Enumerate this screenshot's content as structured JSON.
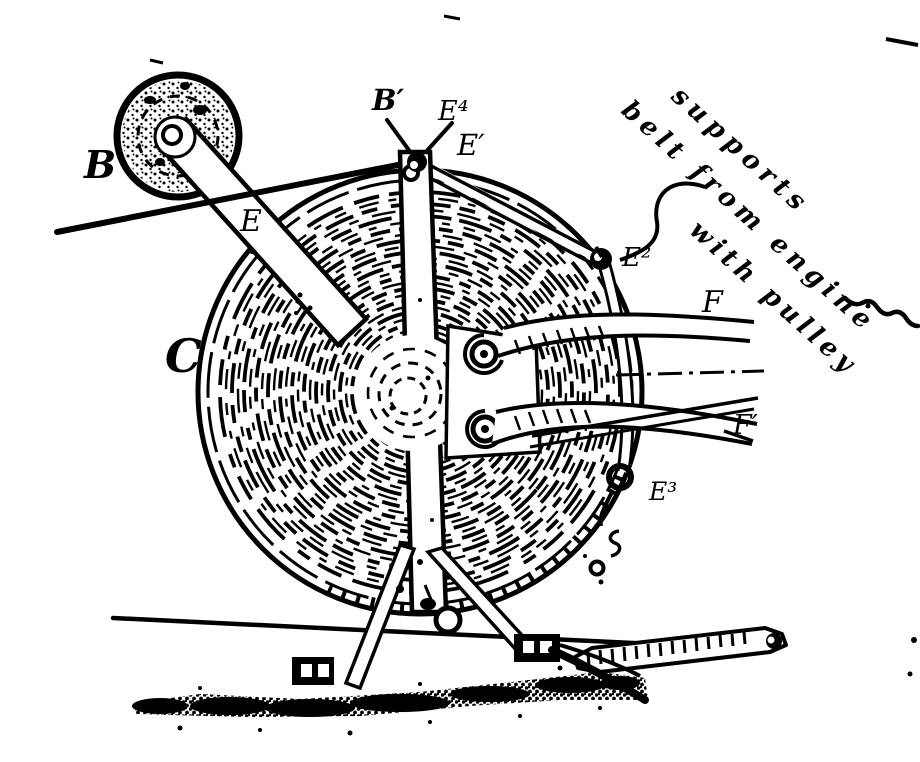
{
  "figure": {
    "ink_color": "#000000",
    "paper_color": "#ffffff",
    "part_labels": {
      "pulley": "B",
      "top_joint": "B′",
      "top_link_upper": "E⁴",
      "top_link": "E′",
      "arm": "E",
      "coiled_disc": "C",
      "right_joint": "E²",
      "lower_right_joint": "E³",
      "fork_upper": "F",
      "fork_lower": "F′"
    },
    "handwritten_note": {
      "line1": "supports",
      "line2": "belt from engine",
      "line3": "with pulley"
    }
  }
}
